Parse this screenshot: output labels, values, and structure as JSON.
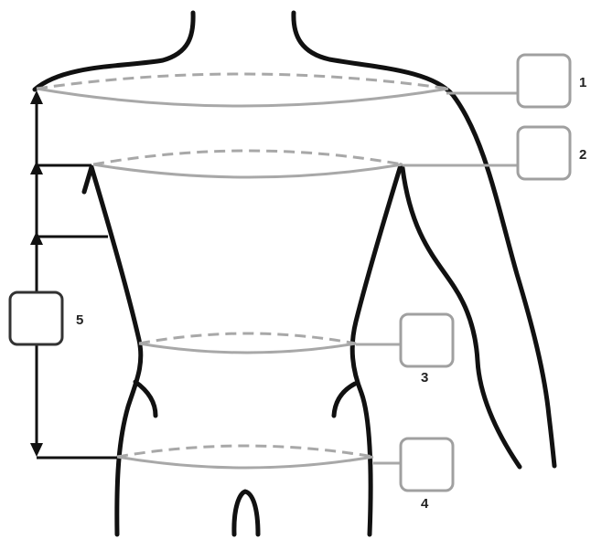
{
  "labels": {
    "shoulders": "1",
    "chest": "2",
    "waist": "3",
    "hips": "4",
    "torso_length": "5"
  },
  "colors": {
    "outline": "#111111",
    "measure_line": "#a8a8a8",
    "box_border": "#a0a0a0",
    "box_border_dark": "#333333"
  }
}
